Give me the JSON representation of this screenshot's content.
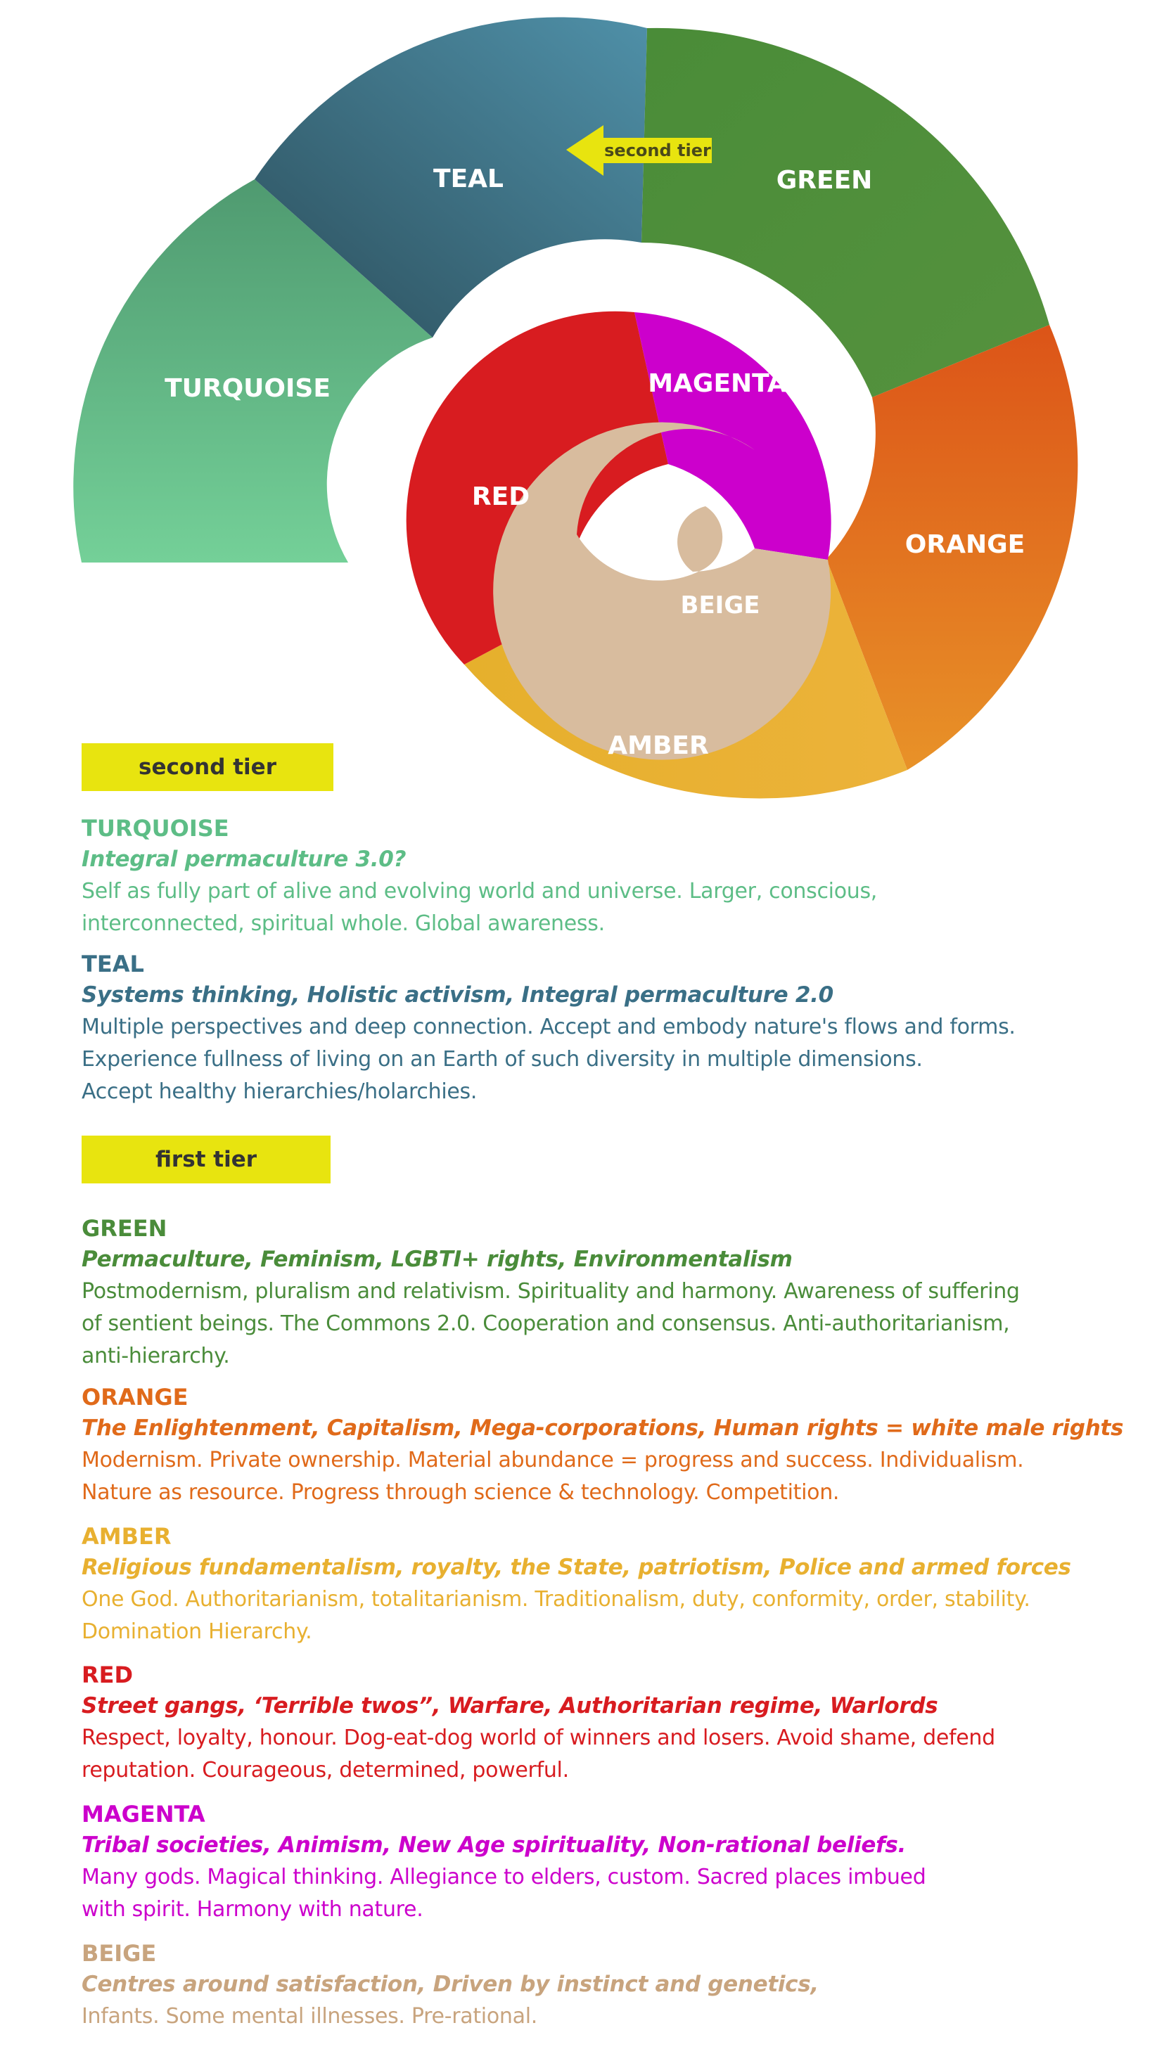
{
  "diagram": {
    "segments": [
      {
        "id": "turquoise",
        "label": "TURQUOISE",
        "color": "#5dbd86"
      },
      {
        "id": "teal",
        "label": "TEAL",
        "color": "#3a6f86"
      },
      {
        "id": "green",
        "label": "GREEN",
        "color": "#4a8c3a"
      },
      {
        "id": "orange",
        "label": "ORANGE",
        "color": "#e06a1a"
      },
      {
        "id": "amber",
        "label": "AMBER",
        "color": "#e8b030"
      },
      {
        "id": "red",
        "label": "RED",
        "color": "#d81c20"
      },
      {
        "id": "magenta",
        "label": "MAGENTA",
        "color": "#cc00cc"
      },
      {
        "id": "beige",
        "label": "BEIGE",
        "color": "#d8bc9e"
      }
    ],
    "arrow_label": "second tier",
    "arrow_color": "#e8e40f"
  },
  "tiers": {
    "second": "second tier",
    "first": "first tier"
  },
  "stages": [
    {
      "id": "turquoise",
      "name": "TURQUOISE",
      "color": "#5dbd86",
      "subtitle": "Integral permaculture 3.0?",
      "desc": [
        "Self as fully part of alive and evolving world and universe. Larger, conscious,",
        "interconnected, spiritual whole. Global awareness."
      ]
    },
    {
      "id": "teal",
      "name": "TEAL",
      "color": "#3a6f86",
      "subtitle": "Systems thinking, Holistic activism, Integral permaculture 2.0",
      "desc": [
        "Multiple perspectives and deep connection. Accept and embody nature's flows and forms.",
        "Experience fullness of living on an Earth of such diversity in multiple dimensions.",
        "Accept healthy hierarchies/holarchies."
      ]
    },
    {
      "id": "green",
      "name": "GREEN",
      "color": "#4a8c3a",
      "subtitle": "Permaculture, Feminism, LGBTI+ rights, Environmentalism",
      "desc": [
        "Postmodernism,  pluralism and relativism. Spirituality and harmony. Awareness of suffering",
        "of sentient beings. The Commons 2.0. Cooperation and consensus. Anti-authoritarianism,",
        "anti-hierarchy."
      ]
    },
    {
      "id": "orange",
      "name": "ORANGE",
      "color": "#e06a1a",
      "subtitle": "The Enlightenment, Capitalism, Mega-corporations, Human rights = white male rights",
      "desc": [
        "Modernism. Private ownership. Material abundance = progress and success. Individualism.",
        "Nature as resource. Progress through science & technology. Competition."
      ]
    },
    {
      "id": "amber",
      "name": "AMBER",
      "color": "#e8b030",
      "subtitle": "Religious fundamentalism, royalty, the State, patriotism, Police and armed forces",
      "desc": [
        "One God. Authoritarianism, totalitarianism. Traditionalism, duty, conformity, order, stability.",
        "Domination Hierarchy."
      ]
    },
    {
      "id": "red",
      "name": "RED",
      "color": "#d81c20",
      "subtitle": "Street gangs, ‘Terrible twos”, Warfare, Authoritarian regime, Warlords",
      "desc": [
        "Respect, loyalty, honour. Dog-eat-dog world of winners and losers. Avoid shame, defend",
        "reputation. Courageous, determined, powerful."
      ]
    },
    {
      "id": "magenta",
      "name": "MAGENTA",
      "color": "#cc00cc",
      "subtitle": "Tribal societies, Animism, New Age spirituality, Non-rational beliefs.",
      "desc": [
        "Many gods. Magical thinking. Allegiance to elders, custom. Sacred places imbued",
        "with spirit. Harmony with nature."
      ]
    },
    {
      "id": "beige",
      "name": "BEIGE",
      "color": "#c8a47e",
      "subtitle": "Centres around satisfaction, Driven by instinct and genetics,",
      "desc": [
        "Infants. Some mental illnesses. Pre-rational."
      ]
    }
  ]
}
